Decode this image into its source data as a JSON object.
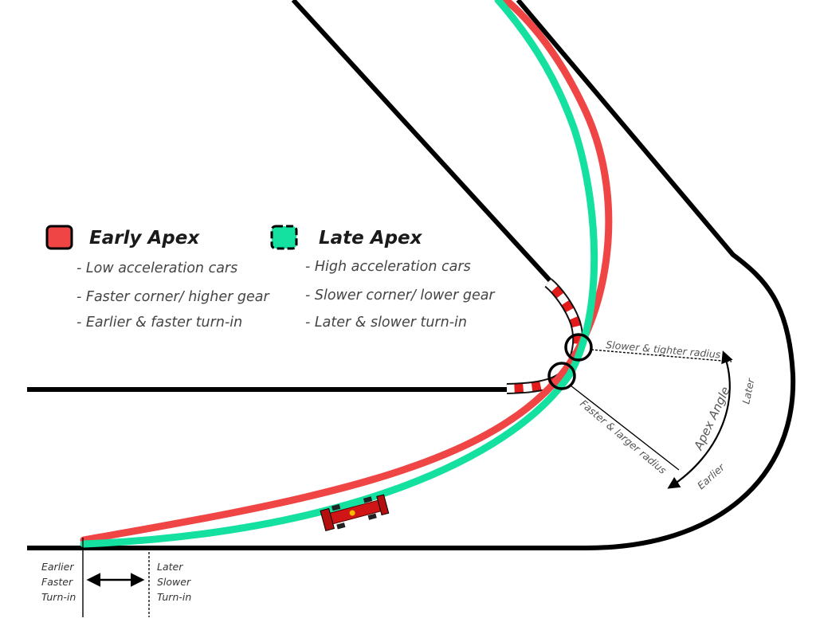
{
  "colors": {
    "early": "#f04545",
    "late": "#14e0a0",
    "track": "#000000",
    "kerb_red": "#e31b1b",
    "kerb_white": "#ffffff"
  },
  "legend": {
    "early": {
      "title": "Early Apex",
      "items": [
        "- Low acceleration cars",
        "- Faster corner/ higher gear",
        "- Earlier & faster turn-in"
      ]
    },
    "late": {
      "title": "Late Apex",
      "items": [
        "- High acceleration cars",
        "- Slower corner/ lower gear",
        "- Later & slower turn-in"
      ]
    }
  },
  "annotations": {
    "late_radius": "Slower & tighter radius",
    "early_radius": "Faster & larger radius",
    "apex_angle": "Apex Angle",
    "later": "Later",
    "earlier": "Earlier"
  },
  "turn_in": {
    "early": [
      "Earlier",
      "Faster",
      "Turn-in"
    ],
    "late": [
      "Later",
      "Slower",
      "Turn-in"
    ]
  },
  "icons": [
    "race-car-icon",
    "legend-swatch-icon",
    "double-arrow-icon",
    "curved-arrow-icon",
    "apex-circle-icon"
  ]
}
